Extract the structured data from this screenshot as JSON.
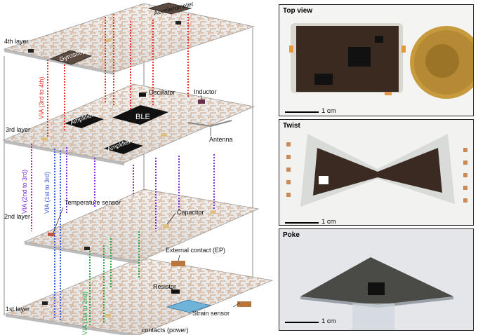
{
  "stack": {
    "layers": [
      "4th layer",
      "3rd layer",
      "2nd layer",
      "1st layer"
    ],
    "components": {
      "accelerometer": "Accelerometer",
      "gyroscope": "Gyroscope",
      "oscillator": "Oscillator",
      "inductor": "Inductor",
      "amplifier_top": "Amplifier",
      "ble": "BLE",
      "amplifier_bottom": "Amplifier",
      "antenna": "Antenna",
      "temperature_sensor": "Temperature sensor",
      "capacitor": "Capacitor",
      "external_contact": "External contact (EP)",
      "resistor": "Resistor",
      "strain_sensor": "Strain sensor",
      "contacts_power": "contacts (power)"
    },
    "vias": {
      "via_3_4": "VIA (3rd to 4th)",
      "via_2_3": "VIA (2nd to 3rd)",
      "via_1_3": "VIA (1st to 3rd)",
      "via_1_2": "VIA (1st to 2nd)"
    }
  },
  "panels": {
    "top_view": {
      "title": "Top view",
      "scale": "1 cm"
    },
    "twist": {
      "title": "Twist",
      "scale": "1 cm"
    },
    "poke": {
      "title": "Poke",
      "scale": "1 cm"
    }
  },
  "colors": {
    "via_red": "#e8322c",
    "via_purple": "#8a2be2",
    "via_blue": "#3a5fd8",
    "via_green": "#2ba84a",
    "trace": "#c98a5a",
    "chip": "#111111",
    "pad": "#b5773e"
  }
}
